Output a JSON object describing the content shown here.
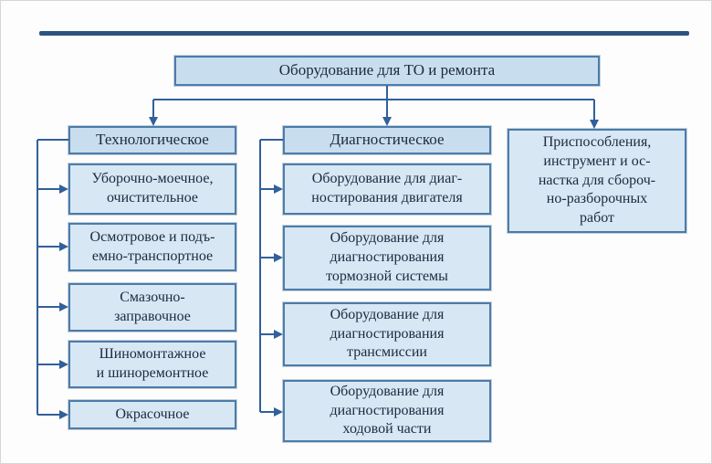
{
  "colors": {
    "box_fill": "#d7e7f3",
    "header_fill": "#c8ddee",
    "box_border": "#4b7cab",
    "line": "#31609a",
    "text": "#1c2940",
    "top_rule": "#2d5480",
    "background": "#fdfdfd"
  },
  "diagram": {
    "root": "Оборудование для ТО и ремонта",
    "tech": {
      "header": "Технологическое",
      "children": [
        "Уборочно-моечное,\nочистительное",
        "Осмотровое и подъ-\nемно-транспортное",
        "Смазочно-\nзаправочное",
        "Шиномонтажное\nи шиноремонтное",
        "Окрасочное"
      ]
    },
    "diag": {
      "header": "Диагностическое",
      "children": [
        "Оборудование для диаг-\nностирования двигателя",
        "Оборудование для\nдиагностирования\nтормозной системы",
        "Оборудование для\nдиагностирования\nтрансмиссии",
        "Оборудование для\nдиагностирования\nходовой части"
      ]
    },
    "tools": "Приспособления,\nинструмент и ос-\nнастка для сбороч-\nно-разборочных\nработ"
  }
}
